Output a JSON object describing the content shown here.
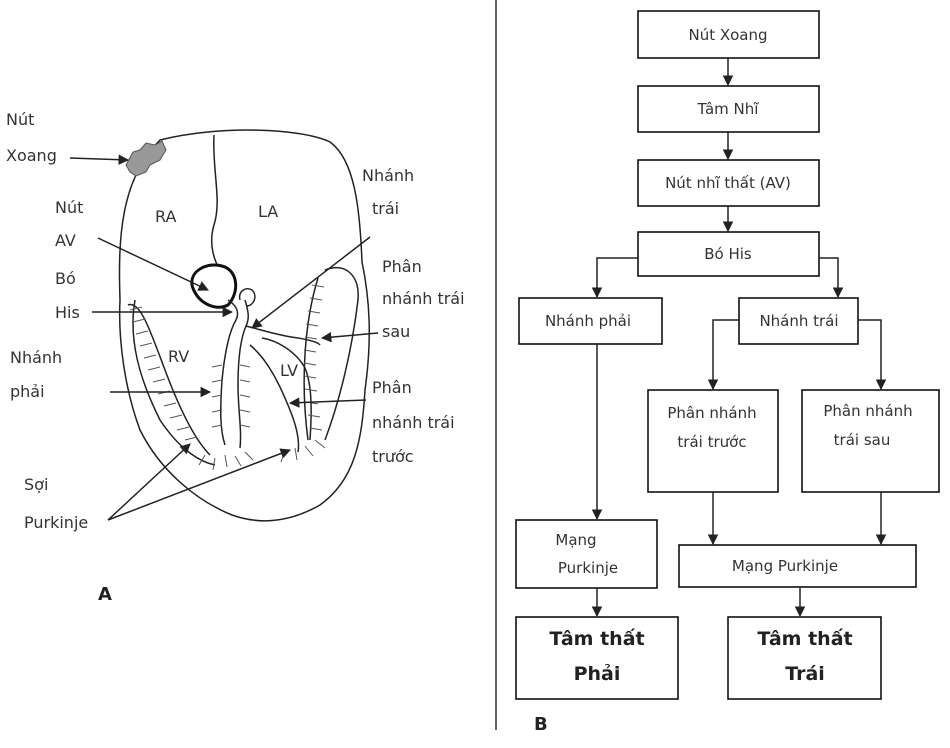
{
  "panel_a": {
    "label": "A",
    "heart": {
      "ra": "RA",
      "la": "LA",
      "rv": "RV",
      "lv": "LV"
    },
    "callouts": {
      "sa_node": [
        "Nút",
        "Xoang"
      ],
      "av_node": [
        "Nút",
        "AV"
      ],
      "his_bundle": [
        "Bó",
        "His"
      ],
      "right_branch": [
        "Nhánh",
        "phải"
      ],
      "purkinje": [
        "Sợi",
        "Purkinje"
      ],
      "left_branch": [
        "Nhánh",
        "trái"
      ],
      "left_posterior": [
        "Phân",
        "nhánh trái",
        "sau"
      ],
      "left_anterior": [
        "Phân",
        "nhánh trái",
        "trước"
      ]
    }
  },
  "panel_b": {
    "label": "B",
    "boxes": {
      "sa_node": "Nút Xoang",
      "atria": "Tâm Nhĩ",
      "av_node": "Nút nhĩ thất (AV)",
      "his_bundle": "Bó His",
      "right_branch": "Nhánh phải",
      "left_branch": "Nhánh trái",
      "left_anterior": [
        "Phân nhánh",
        "trái trước"
      ],
      "left_posterior": [
        "Phân nhánh",
        "trái sau"
      ],
      "right_purkinje": [
        "Mạng",
        "Purkinje"
      ],
      "left_purkinje": "Mạng Purkinje",
      "right_ventricle": [
        "Tâm thất",
        "Phải"
      ],
      "left_ventricle": [
        "Tâm thất",
        "Trái"
      ]
    }
  }
}
